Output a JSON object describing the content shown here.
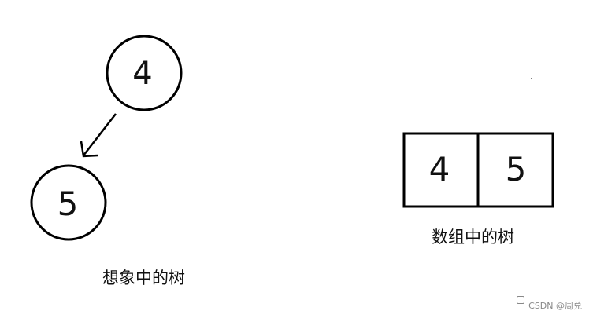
{
  "diagram": {
    "imagined_tree": {
      "root_value": "4",
      "child_value": "5",
      "caption": "想象中的树"
    },
    "array_tree": {
      "cells": [
        "4",
        "5"
      ],
      "caption": "数组中的树"
    }
  },
  "watermark": {
    "text": "CSDN @周兑"
  },
  "colors": {
    "stroke": "#000000",
    "text": "#111111",
    "watermark": "#888888"
  }
}
